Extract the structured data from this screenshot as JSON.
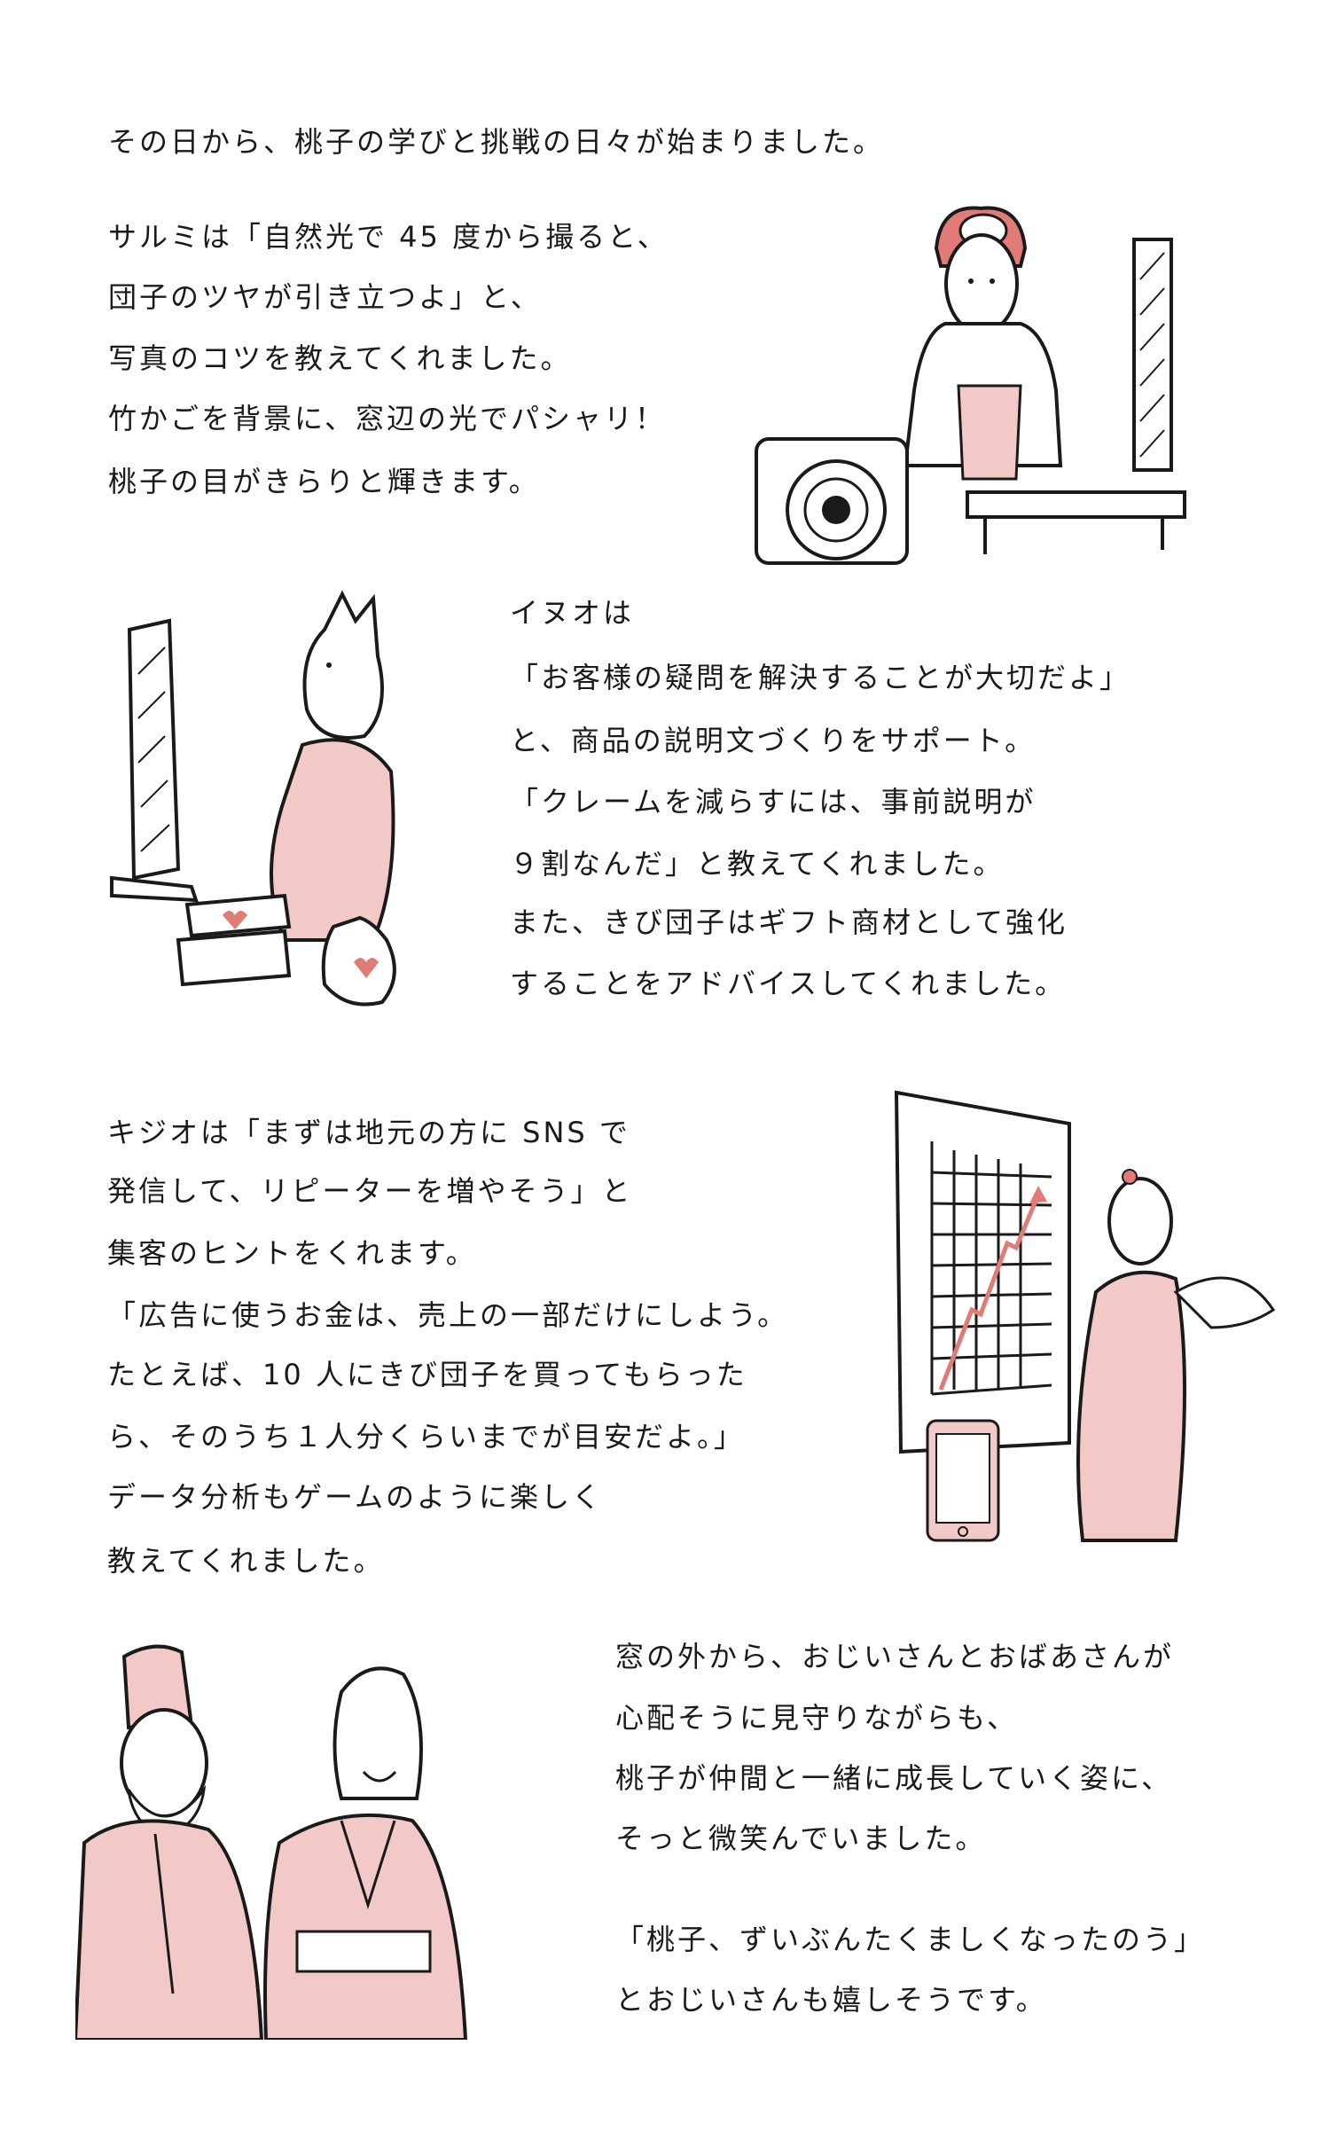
{
  "intro": {
    "text": "その日から、桃子の学びと挑戦の日々が始まりました。"
  },
  "sarumi": {
    "lines": [
      "サルミは「自然光で 45 度から撮ると、",
      "団子のツヤが引き立つよ」と、",
      "写真のコツを教えてくれました。",
      "竹かごを背景に、窓辺の光でパシャリ！",
      "桃子の目がきらりと輝きます。"
    ],
    "illustration": "monkey-photographer-with-camera"
  },
  "inuo": {
    "lines": [
      "イヌオは",
      "「お客様の疑問を解決することが大切だよ」",
      "と、商品の説明文づくりをサポート。",
      "「クレームを減らすには、事前説明が",
      "９割なんだ」と教えてくれました。",
      "また、きび団子はギフト商材として強化",
      "することをアドバイスしてくれました。"
    ],
    "illustration": "dog-at-computer-with-gift-bag"
  },
  "kijio": {
    "lines": [
      "キジオは「まずは地元の方に SNS で",
      "発信して、リピーターを増やそう」と",
      "集客のヒントをくれます。",
      "「広告に使うお金は、売上の一部だけにしよう。",
      "たとえば、10 人にきび団子を買ってもらった",
      "ら、そのうち１人分くらいまでが目安だよ。」",
      "データ分析もゲームのように楽しく",
      "教えてくれました。"
    ],
    "illustration": "pheasant-with-growth-chart-and-phone",
    "chart_y_ticks": [
      "1",
      "2",
      "3",
      "4",
      "5",
      "6",
      "7",
      "8",
      "9",
      "10"
    ],
    "chart_x_ticks": [
      "1",
      "2",
      "3",
      "4",
      "5",
      "6",
      "7"
    ]
  },
  "grandparents": {
    "lines": [
      "窓の外から、おじいさんとおばあさんが",
      "心配そうに見守りながらも、",
      "桃子が仲間と一緒に成長していく姿に、",
      "そっと微笑んでいました。"
    ],
    "quote_lines": [
      "「桃子、ずいぶんたくましくなったのう」",
      "とおじいさんも嬉しそうです。"
    ],
    "illustration": "grandfather-and-grandmother-smiling"
  },
  "colors": {
    "accent_pink": "#E07B78",
    "robe_pink": "#F2C9C7",
    "ink": "#1a1a1a"
  }
}
